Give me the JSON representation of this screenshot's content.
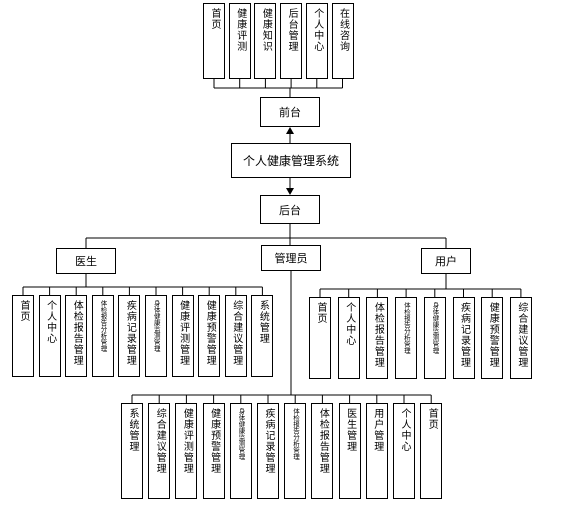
{
  "root": {
    "label": "个人健康管理系统"
  },
  "frontend": {
    "label": "前台",
    "modules": [
      "首页",
      "健康评测",
      "健康知识",
      "后台管理",
      "个人中心",
      "在线咨询"
    ]
  },
  "backend": {
    "label": "后台"
  },
  "roles": {
    "doctor": {
      "label": "医生",
      "modules": [
        "首页",
        "个人中心",
        "体检报告管理",
        "体检报告分析管理",
        "疾病记录管理",
        "身体健康监测管理",
        "健康评测管理",
        "健康预警管理",
        "综合建议管理",
        "系统管理"
      ]
    },
    "admin": {
      "label": "管理员",
      "modules": [
        "系统管理",
        "综合建议管理",
        "健康评测管理",
        "健康预警管理",
        "身体健康监测管理",
        "疾病记录管理",
        "体检报告分析管理",
        "体检报告管理",
        "医生管理",
        "用户管理",
        "个人中心",
        "首页"
      ]
    },
    "user": {
      "label": "用户",
      "modules": [
        "首页",
        "个人中心",
        "体检报告管理",
        "体检报告分析管理",
        "身体健康监测管理",
        "疾病记录管理",
        "健康预警管理",
        "综合建议管理"
      ]
    }
  }
}
